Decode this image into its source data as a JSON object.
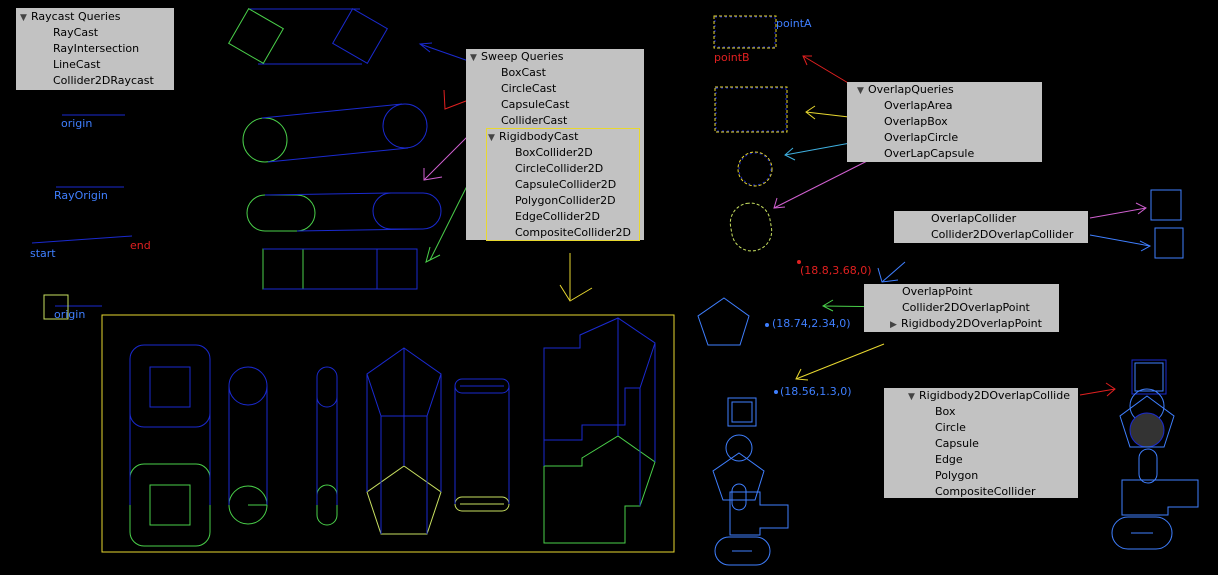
{
  "raycast_panel": {
    "title": "Raycast Queries",
    "items": [
      "RayCast",
      "RayIntersection",
      "LineCast",
      "Collider2DRaycast"
    ]
  },
  "sweep_panel": {
    "title": "Sweep Queries",
    "items": [
      "BoxCast",
      "CircleCast",
      "CapsuleCast",
      "ColliderCast"
    ],
    "rigidbody_title": "RigidbodyCast",
    "rigidbody_items": [
      "BoxCollider2D",
      "CircleCollider2D",
      "CapsuleCollider2D",
      "PolygonCollider2D",
      "EdgeCollider2D",
      "CompositeCollider2D"
    ]
  },
  "overlap_panel": {
    "title": "OverlapQueries",
    "items": [
      "OverlapArea",
      "OverlapBox",
      "OverlapCircle",
      "OverLapCapsule"
    ]
  },
  "overlap_collider_panel": {
    "items": [
      "OverlapCollider",
      "Collider2DOverlapCollider"
    ]
  },
  "overlap_point_panel": {
    "items": [
      "OverlapPoint",
      "Collider2DOverlapPoint"
    ],
    "expandable": "Rigidbody2DOverlapPoint"
  },
  "rb_overlap_panel": {
    "title": "Rigidbody2DOverlapCollide",
    "items": [
      "Box",
      "Circle",
      "Capsule",
      "Edge",
      "Polygon",
      "CompositeCollider"
    ]
  },
  "labels": {
    "origin1": "origin",
    "ray_origin": "RayOrigin",
    "start": "start",
    "end": "end",
    "origin2": "origin",
    "pointA": "pointA",
    "pointB": "pointB",
    "coord1": "(18.8,3.68,0)",
    "coord2": "(18.74,2.34,0)",
    "coord3": "(18.56,1.3,0)"
  },
  "colors": {
    "panel_bg": "#c2c2c2",
    "blue": "#3f7fff",
    "dark_blue": "#1a2ad0",
    "green": "#4ad04a",
    "yellow_green": "#c8e060",
    "yellow": "#e8d830",
    "red": "#e02020",
    "magenta": "#d060d0"
  }
}
